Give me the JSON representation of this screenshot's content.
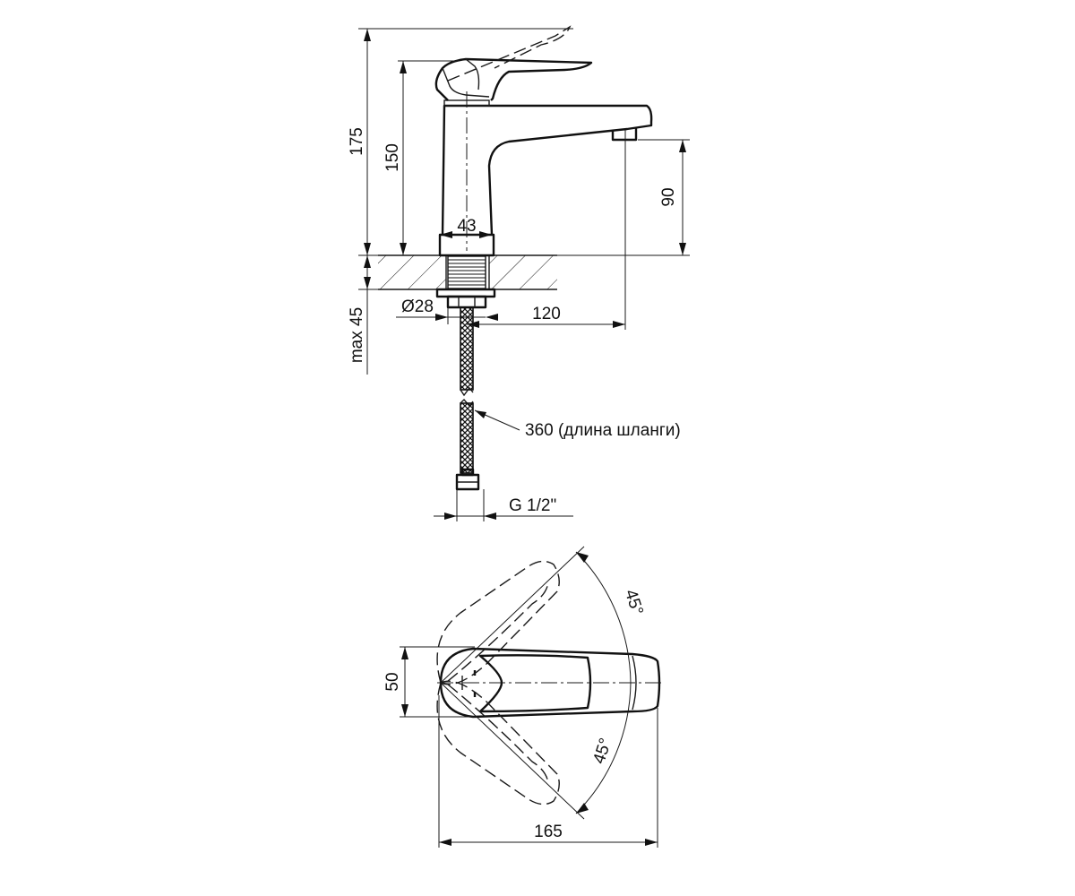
{
  "dimensions": {
    "total_height": "175",
    "body_height": "150",
    "spout_height": "90",
    "base_width": "43",
    "shank_diameter": "Ø28",
    "spout_reach": "120",
    "max_thickness": "max 45",
    "hose_length": "360 (длина шланги)",
    "connection_thread": "G 1/2\"",
    "lever_width": "50",
    "swing_angle_top": "45°",
    "swing_angle_bottom": "45°",
    "lever_length": "165"
  },
  "colors": {
    "line": "#1a1a1a",
    "background": "#ffffff"
  }
}
